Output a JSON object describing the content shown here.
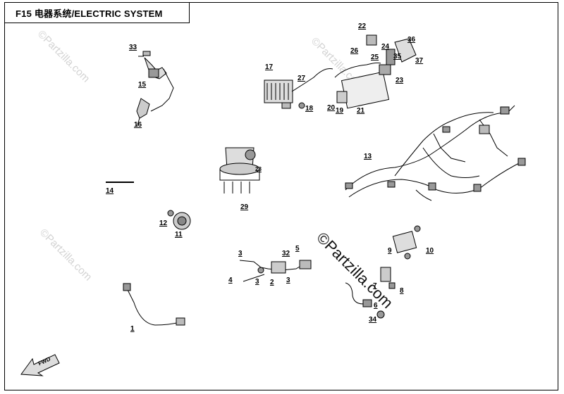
{
  "title": "F15  电器系统/ELECTRIC SYSTEM",
  "watermarks": [
    "©Partzilla.com",
    "©Partzilla.com",
    "©Partzilla.com",
    "©Partzilla.com"
  ],
  "fwd_label": "FWD",
  "labels": {
    "p1": "1",
    "p2": "2",
    "p3a": "3",
    "p3b": "3",
    "p3c": "3",
    "p4": "4",
    "p5": "5",
    "p6": "6",
    "p7": "7",
    "p8": "8",
    "p9": "9",
    "p10": "10",
    "p11": "11",
    "p12": "12",
    "p13": "13",
    "p14": "14",
    "p15": "15",
    "p16": "16",
    "p17": "17",
    "p18": "18",
    "p19": "19",
    "p20": "20",
    "p21": "21",
    "p22": "22",
    "p23": "23",
    "p24": "24",
    "p25": "25",
    "p26": "26",
    "p27": "27",
    "p28": "28",
    "p29": "29",
    "p32": "32",
    "p33": "33",
    "p34": "34",
    "p35": "35",
    "p36": "36",
    "p37": "37"
  }
}
